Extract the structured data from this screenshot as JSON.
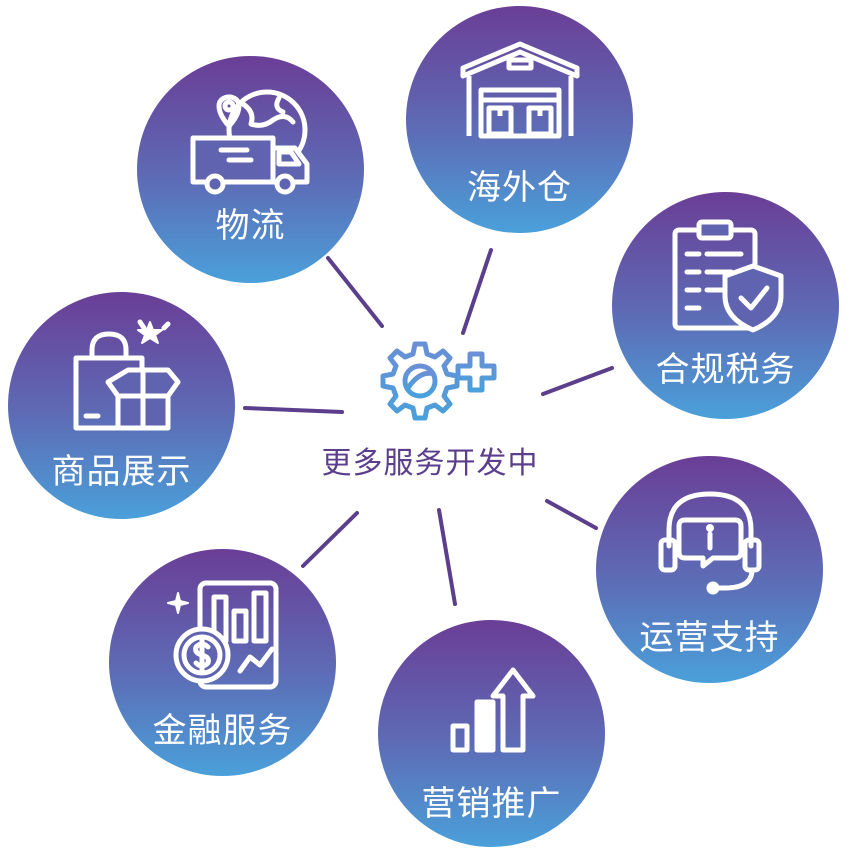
{
  "center": {
    "label": "更多服务开发中",
    "icon": "gear-plus-icon",
    "color": "#5b3e8c"
  },
  "nodes": [
    {
      "id": "logistics",
      "label": "物流",
      "icon": "globe-truck-icon"
    },
    {
      "id": "overseas-warehouse",
      "label": "海外仓",
      "icon": "warehouse-icon"
    },
    {
      "id": "compliance-tax",
      "label": "合规税务",
      "icon": "clipboard-shield-icon"
    },
    {
      "id": "operations-support",
      "label": "运营支持",
      "icon": "headset-icon"
    },
    {
      "id": "marketing",
      "label": "营销推广",
      "icon": "growth-chart-icon"
    },
    {
      "id": "financial-services",
      "label": "金融服务",
      "icon": "coin-chart-icon"
    },
    {
      "id": "product-display",
      "label": "商品展示",
      "icon": "shopping-bag-icon"
    }
  ],
  "colors": {
    "gradient_top": "#6a3e96",
    "gradient_bottom": "#4aa0da",
    "connector": "#5b3e8c",
    "center_icon": "#4aa0da",
    "label_text": "#ffffff"
  }
}
